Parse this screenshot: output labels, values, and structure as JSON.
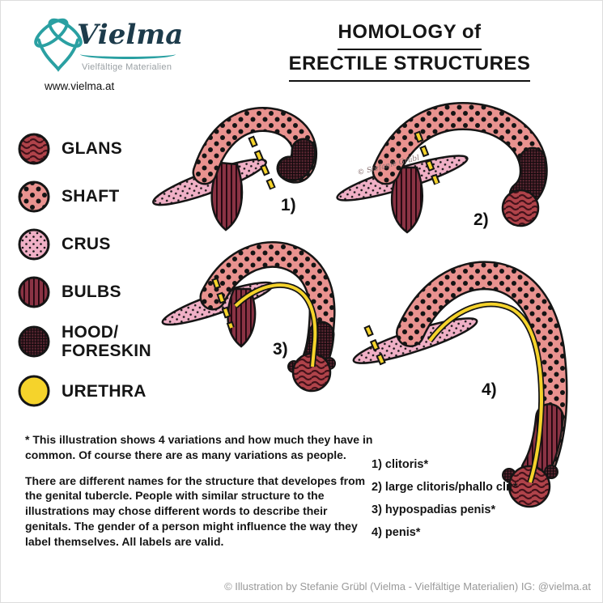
{
  "colors": {
    "teal": "#2aa0a2",
    "urethra_yellow": "#f5d32b",
    "shaft_pink": "#e9928f",
    "crus_pink": "#f0b0c6",
    "bulb_maroon": "#8a3344",
    "hood_dark": "#56242f",
    "glans_red": "#b0434a",
    "outline": "#151515"
  },
  "header": {
    "logo": {
      "brand": "Vielma",
      "subtitle": "Vielfältige Materialien",
      "url": "www.vielma.at"
    },
    "title_line1": "HOMOLOGY of",
    "title_line2": "ERECTILE STRUCTURES"
  },
  "legend": {
    "items": [
      {
        "label": "GLANS"
      },
      {
        "label": "SHAFT"
      },
      {
        "label": "CRUS"
      },
      {
        "label": "BULBS"
      },
      {
        "label": "HOOD/ FORESKIN"
      },
      {
        "label": "URETHRA"
      }
    ]
  },
  "figures": [
    {
      "number": "1)"
    },
    {
      "number": "2)"
    },
    {
      "number": "3)"
    },
    {
      "number": "4)"
    }
  ],
  "watermark": "© Stefanie Grübl",
  "notes": {
    "para1": "* This illustration shows 4 variations and how much they have in common. Of course there are as many variations as people.",
    "para2": "There are different names for the structure that developes from the genital tubercle. People with similar structure to the illustrations may chose different words to describe their genitals. The gender of a person might influence the way they label themselves. All labels are valid."
  },
  "labels_list": [
    "1) clitoris*",
    "2) large clitoris/phallo clit*",
    "3) hypospadias penis*",
    "4) penis*"
  ],
  "footer": {
    "credit": "© Illustration by Stefanie Grübl (Vielma - Vielfältige Materialien) IG: @vielma.at"
  }
}
